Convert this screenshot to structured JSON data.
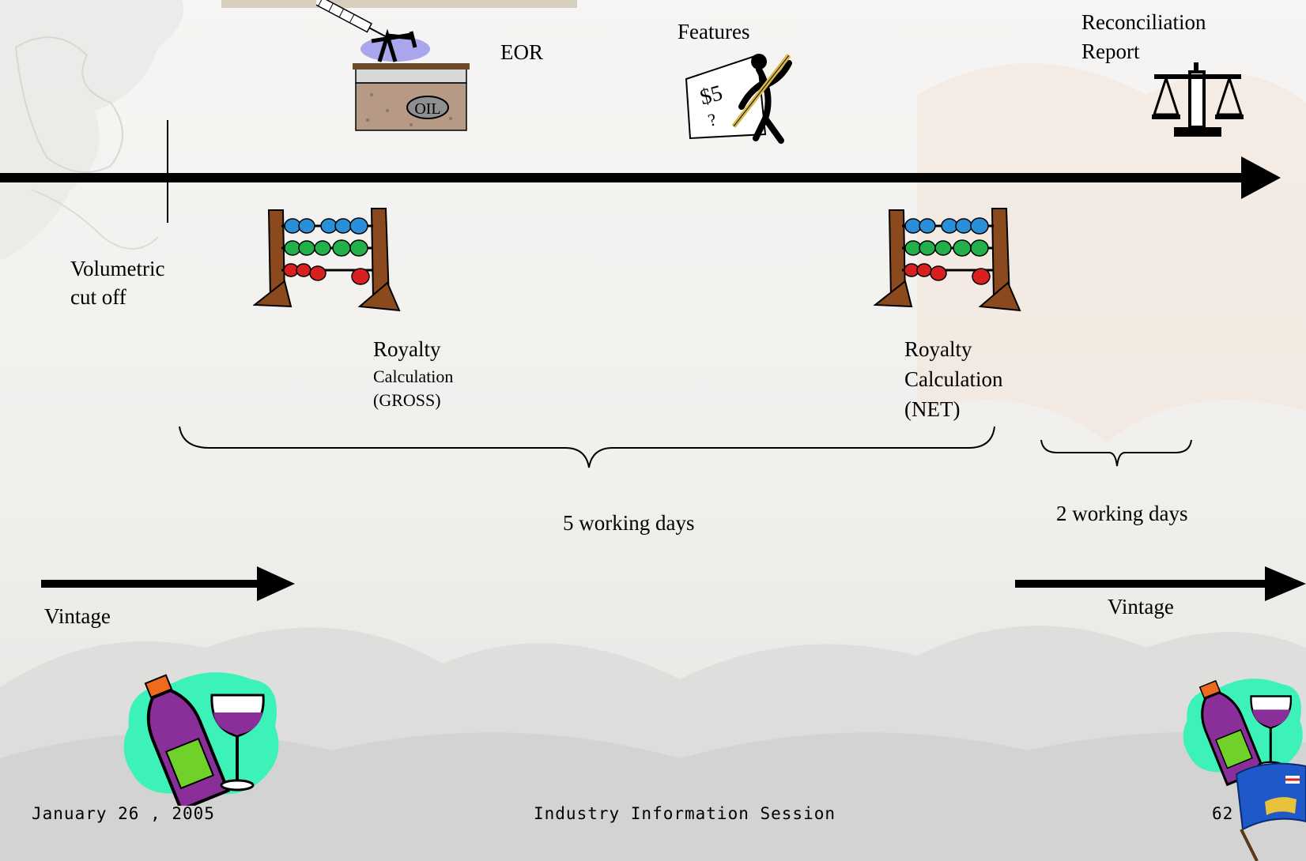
{
  "slide": {
    "labels": {
      "eor": "EOR",
      "features": "Features",
      "reconciliation_line1": "Reconciliation",
      "reconciliation_line2": "Report",
      "volumetric_line1": "Volumetric",
      "volumetric_line2": "cut off",
      "royalty_gross_line1": "Royalty",
      "royalty_gross_line2": "Calculation",
      "royalty_gross_line3": "(GROSS)",
      "royalty_net_line1": "Royalty",
      "royalty_net_line2": "Calculation",
      "royalty_net_line3": "(NET)",
      "five_days": "5 working days",
      "two_days": "2 working days",
      "vintage_left": "Vintage",
      "vintage_right": "Vintage",
      "oil_text": "OIL",
      "sign_text": "$5"
    },
    "footer": {
      "date": "January 26 , 2005",
      "session": "Industry Information Session",
      "page": "62"
    },
    "colors": {
      "background": "#f3f2ef",
      "arrow": "#000000",
      "wine_splash": "#3df2b8",
      "wine_bottle": "#8a2f9a",
      "abacus_wood": "#8b4a1e",
      "bead_blue": "#2a8fd8",
      "bead_green": "#22b04a",
      "bead_red": "#d82020"
    },
    "icons": [
      "syringe-oil-rig-icon",
      "artist-sign-icon",
      "scales-icon",
      "abacus-icon",
      "wine-bottle-glass-icon",
      "alberta-flag-icon"
    ]
  }
}
